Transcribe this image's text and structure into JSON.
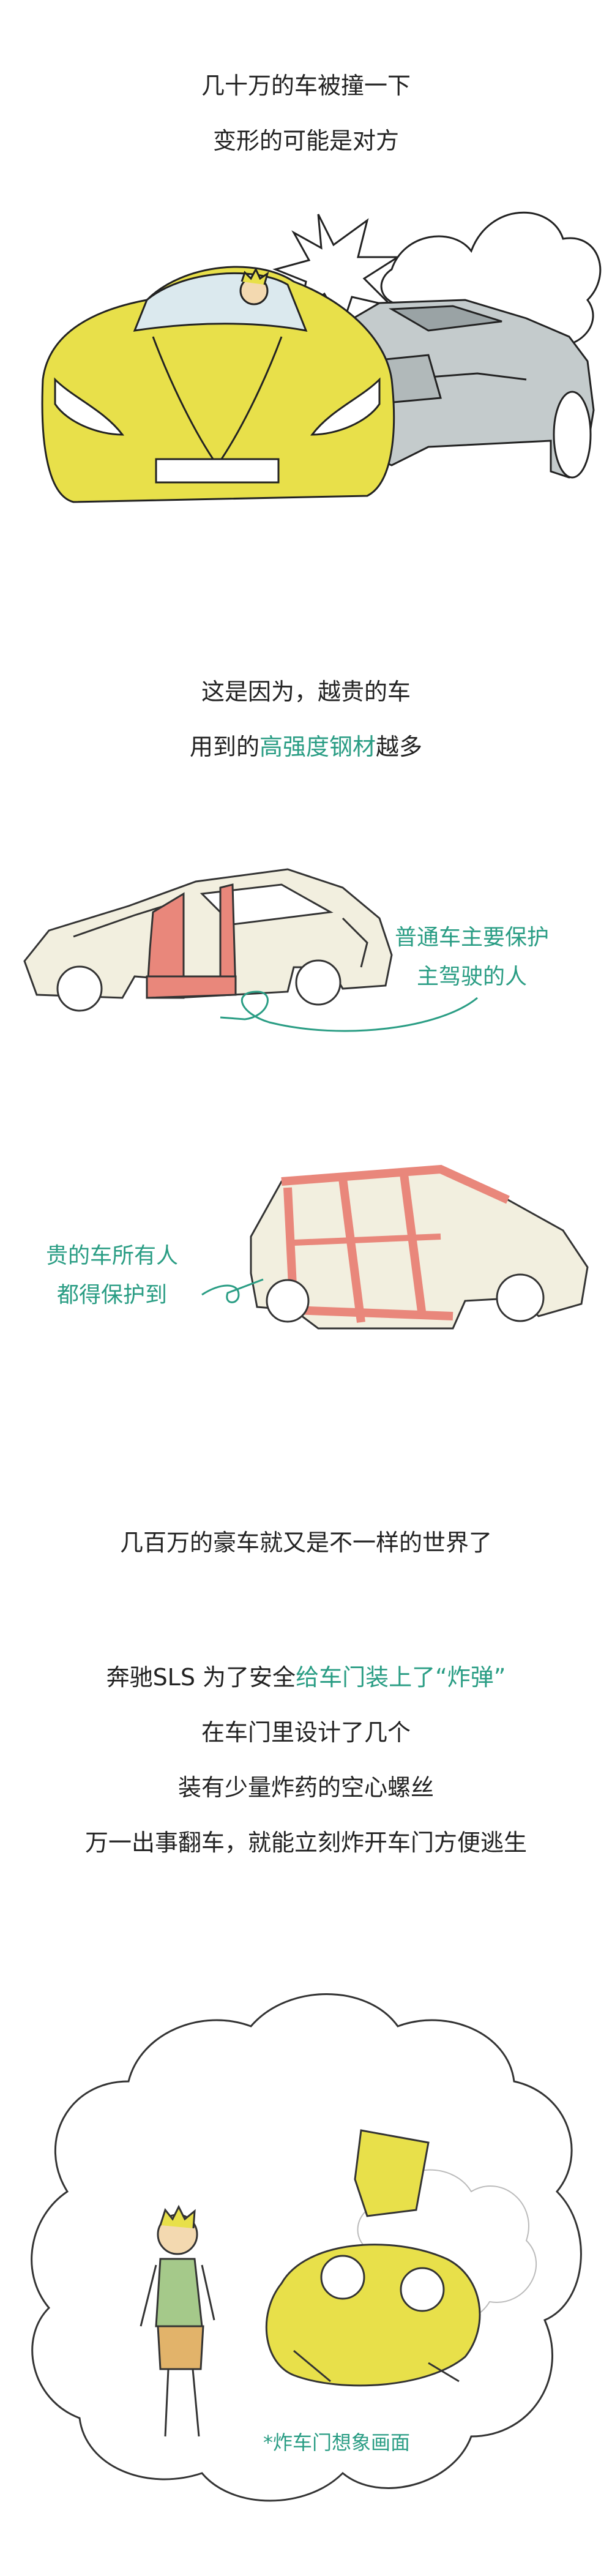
{
  "section1": {
    "lines": [
      "几十万的车被撞一下",
      "变形的可能是对方"
    ]
  },
  "section2": {
    "line1": "这是因为，越贵的车",
    "line2_prefix": "用到的",
    "line2_highlight": "高强度钢材",
    "line2_suffix": "越多"
  },
  "annotation1": [
    "普通车主要保护",
    "主驾驶的人"
  ],
  "annotation2": [
    "贵的车所有人",
    "都得保护到"
  ],
  "section3": {
    "line": "几百万的豪车就又是不一样的世界了"
  },
  "section4": {
    "line1_prefix": "奔驰SLS 为了安全",
    "line1_highlight": "给车门装上了“炸弹”",
    "line2": "在车门里设计了几个",
    "line3": "装有少量炸药的空心螺丝",
    "line4": "万一出事翻车，就能立刻炸开车门方便逃生"
  },
  "caption": "*炸车门想象画面",
  "colors": {
    "accent_green": "#2a9d84",
    "supercar_yellow": "#e8e04a",
    "frame_red": "#e9877b",
    "text": "#222222"
  }
}
